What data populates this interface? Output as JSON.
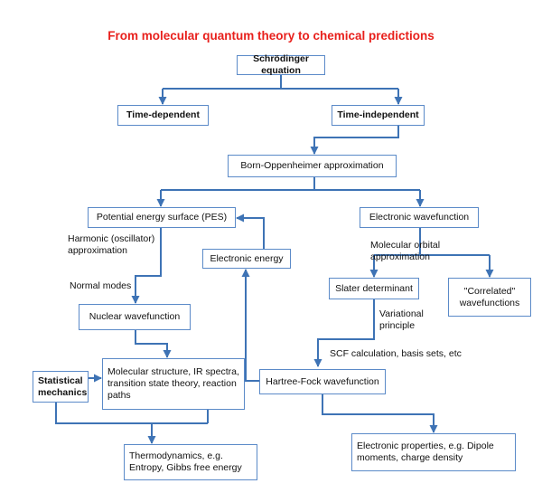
{
  "title": "From molecular quantum theory to chemical predictions",
  "nodes": {
    "schrodinger": "Schrödinger equation",
    "time_dependent": "Time-dependent",
    "time_independent": "Time-independent",
    "born_oppenheimer": "Born-Oppenheimer approximation",
    "pes": "Potential energy surface (PES)",
    "electronic_wavefunction": "Electronic wavefunction",
    "electronic_energy": "Electronic energy",
    "slater_determinant": "Slater determinant",
    "correlated_wavefunctions": "\"Correlated\" wavefunctions",
    "nuclear_wavefunction": "Nuclear wavefunction",
    "molecular_structure": "Molecular structure, IR spectra, transition state theory, reaction paths",
    "statistical_mechanics": "Statistical mechanics",
    "hartree_fock": "Hartree-Fock wavefunction",
    "thermodynamics": "Thermodynamics, e.g. Entropy, Gibbs free energy",
    "electronic_properties": "Electronic properties, e.g. Dipole moments, charge density"
  },
  "labels": {
    "harmonic": "Harmonic (oscillator)\napproximation",
    "normal_modes": "Normal modes",
    "molecular_orbital": "Molecular orbital\napproximation",
    "variational": "Variational\nprinciple",
    "scf": "SCF calculation, basis sets, etc"
  },
  "colors": {
    "title": "#e8201c",
    "box_border": "#5b8ac8",
    "arrow": "#3e73b5"
  }
}
